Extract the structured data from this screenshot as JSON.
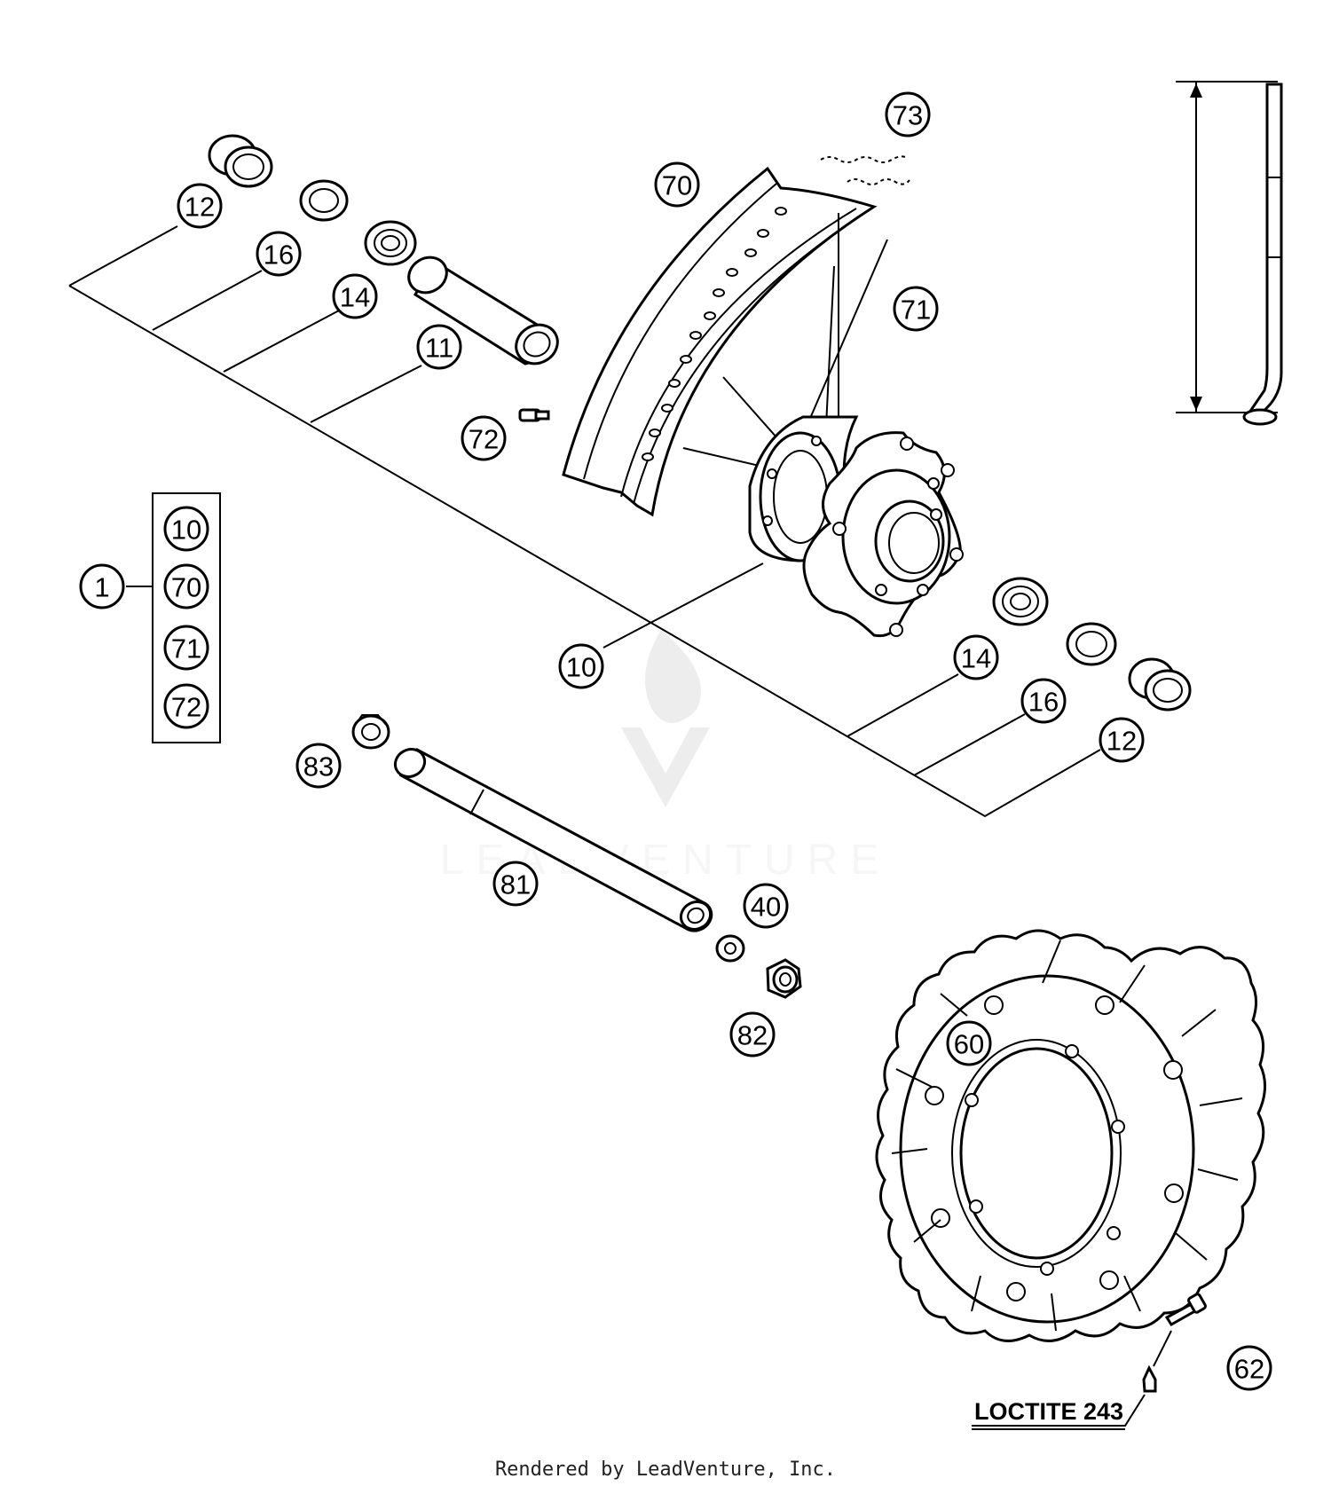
{
  "callouts": {
    "c12a": "12",
    "c16a": "16",
    "c14a": "14",
    "c11": "11",
    "c70": "70",
    "c73": "73",
    "c71": "71",
    "c72": "72",
    "c10": "10",
    "c14b": "14",
    "c16b": "16",
    "c12b": "12",
    "c83": "83",
    "c81": "81",
    "c40": "40",
    "c82": "82",
    "c60": "60",
    "c62": "62",
    "c1": "1",
    "kit10": "10",
    "kit70": "70",
    "kit71": "71",
    "kit72": "72"
  },
  "loctite_label": "LOCTITE 243",
  "watermark": "LEADVENTURE",
  "footer_text": "Rendered by LeadVenture, Inc."
}
